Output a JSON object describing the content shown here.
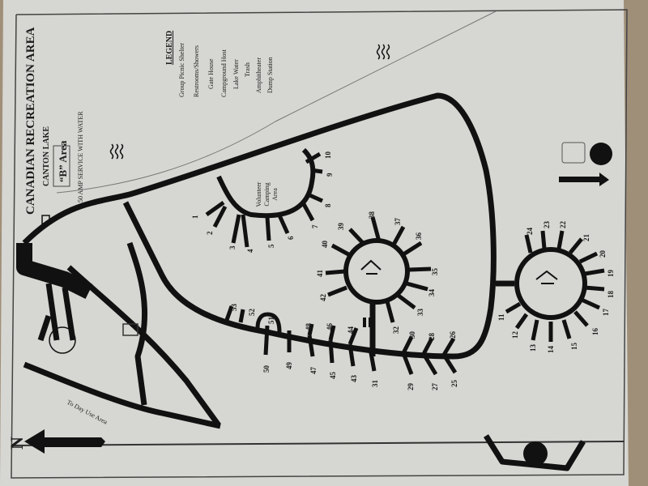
{
  "map": {
    "title": "CANADIAN RECREATION AREA",
    "subtitle": "CANTON LAKE",
    "area_label": "“B” Area",
    "service_note": "50 AMP SERVICE WITH WATER",
    "volunteer_area": [
      "Volunteer",
      "Camping",
      "Area"
    ],
    "day_use_label": "To Day Use Area",
    "north_label": "N"
  },
  "legend": {
    "heading": "LEGEND",
    "items": [
      {
        "label": "Group Picnic Shelter",
        "icon": "picnic-shelter-icon"
      },
      {
        "label": "Restrooms/Showers",
        "icon": "restroom-icon"
      },
      {
        "label": "Gate House",
        "icon": "gate-house-icon"
      },
      {
        "label": "Campground Host",
        "icon": "campground-host-icon"
      },
      {
        "label": "Lake Water",
        "icon": "lake-water-icon"
      },
      {
        "label": "Trash",
        "icon": "trash-icon"
      },
      {
        "label": "Amphitheater",
        "icon": "amphitheater-icon"
      },
      {
        "label": "Dump Station",
        "icon": "dump-station-icon"
      }
    ]
  },
  "sites": {
    "volunteer_loop": [
      "1",
      "2",
      "3",
      "4",
      "5",
      "6",
      "7",
      "8",
      "9",
      "10"
    ],
    "loop_a": [
      "11",
      "12",
      "13",
      "14",
      "15",
      "16",
      "17",
      "18",
      "19",
      "20",
      "21",
      "22",
      "23",
      "24"
    ],
    "loop_b": [
      "32",
      "33",
      "34",
      "35",
      "36",
      "37",
      "38",
      "39",
      "40",
      "41",
      "42"
    ],
    "spine_upper": [
      "26",
      "28",
      "30",
      "44",
      "46",
      "48",
      "51",
      "52",
      "53"
    ],
    "spine_lower": [
      "25",
      "27",
      "29",
      "31",
      "43",
      "45",
      "47",
      "49",
      "50"
    ]
  },
  "colors": {
    "paper": "#d8d8d4",
    "ink": "#111111",
    "desk": "#a08f78"
  }
}
